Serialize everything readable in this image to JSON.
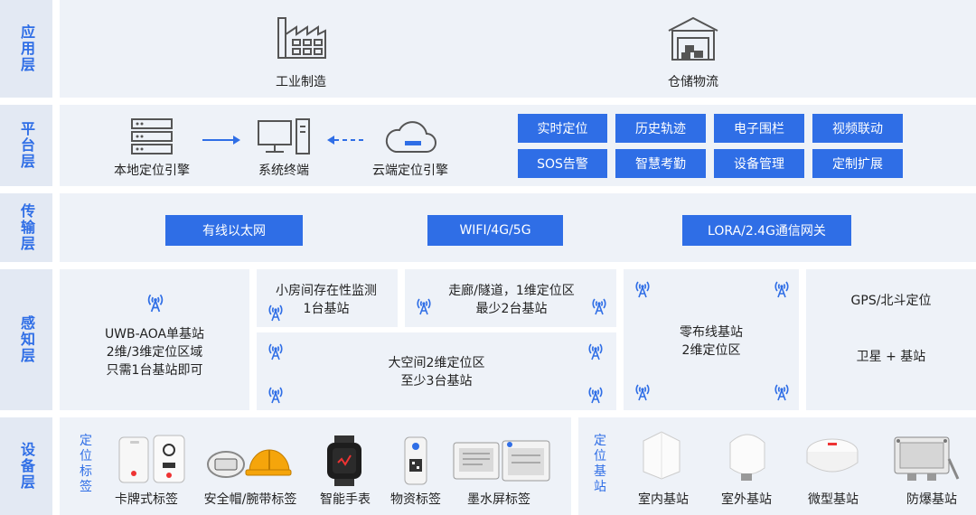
{
  "layers": {
    "app": "应用层",
    "platform": "平台层",
    "transport": "传输层",
    "perception": "感知层",
    "device": "设备层"
  },
  "app": {
    "industry": "工业制造",
    "logistics": "仓储物流"
  },
  "platform": {
    "local_engine": "本地定位引擎",
    "terminal": "系统终端",
    "cloud_engine": "云端定位引擎",
    "functions": [
      "实时定位",
      "历史轨迹",
      "电子围栏",
      "视频联动",
      "SOS告警",
      "智慧考勤",
      "设备管理",
      "定制扩展"
    ]
  },
  "transport": {
    "items": [
      "有线以太网",
      "WIFI/4G/5G",
      "LORA/2.4G通信网关"
    ]
  },
  "perception": {
    "uwb_l1": "UWB-AOA单基站",
    "uwb_l2": "2维/3维定位区域",
    "uwb_l3": "只需1台基站即可",
    "small_l1": "小房间存在性监测",
    "small_l2": "1台基站",
    "corridor_l1": "走廊/隧道，1维定位区",
    "corridor_l2": "最少2台基站",
    "space_l1": "大空间2维定位区",
    "space_l2": "至少3台基站",
    "zero_l1": "零布线基站",
    "zero_l2": "2维定位区",
    "gps": "GPS/北斗定位",
    "sat": "卫星 + 基站"
  },
  "device": {
    "tags_title": "定位标签",
    "tags": [
      "卡牌式标签",
      "安全帽/腕带标签",
      "智能手表",
      "物资标签",
      "墨水屏标签"
    ],
    "stations_title": "定位基站",
    "stations": [
      "室内基站",
      "室外基站",
      "微型基站",
      "防爆基站"
    ]
  },
  "colors": {
    "accent": "#2f6ee6",
    "panel": "#eef2f8",
    "label_bg": "#e3e9f3"
  }
}
